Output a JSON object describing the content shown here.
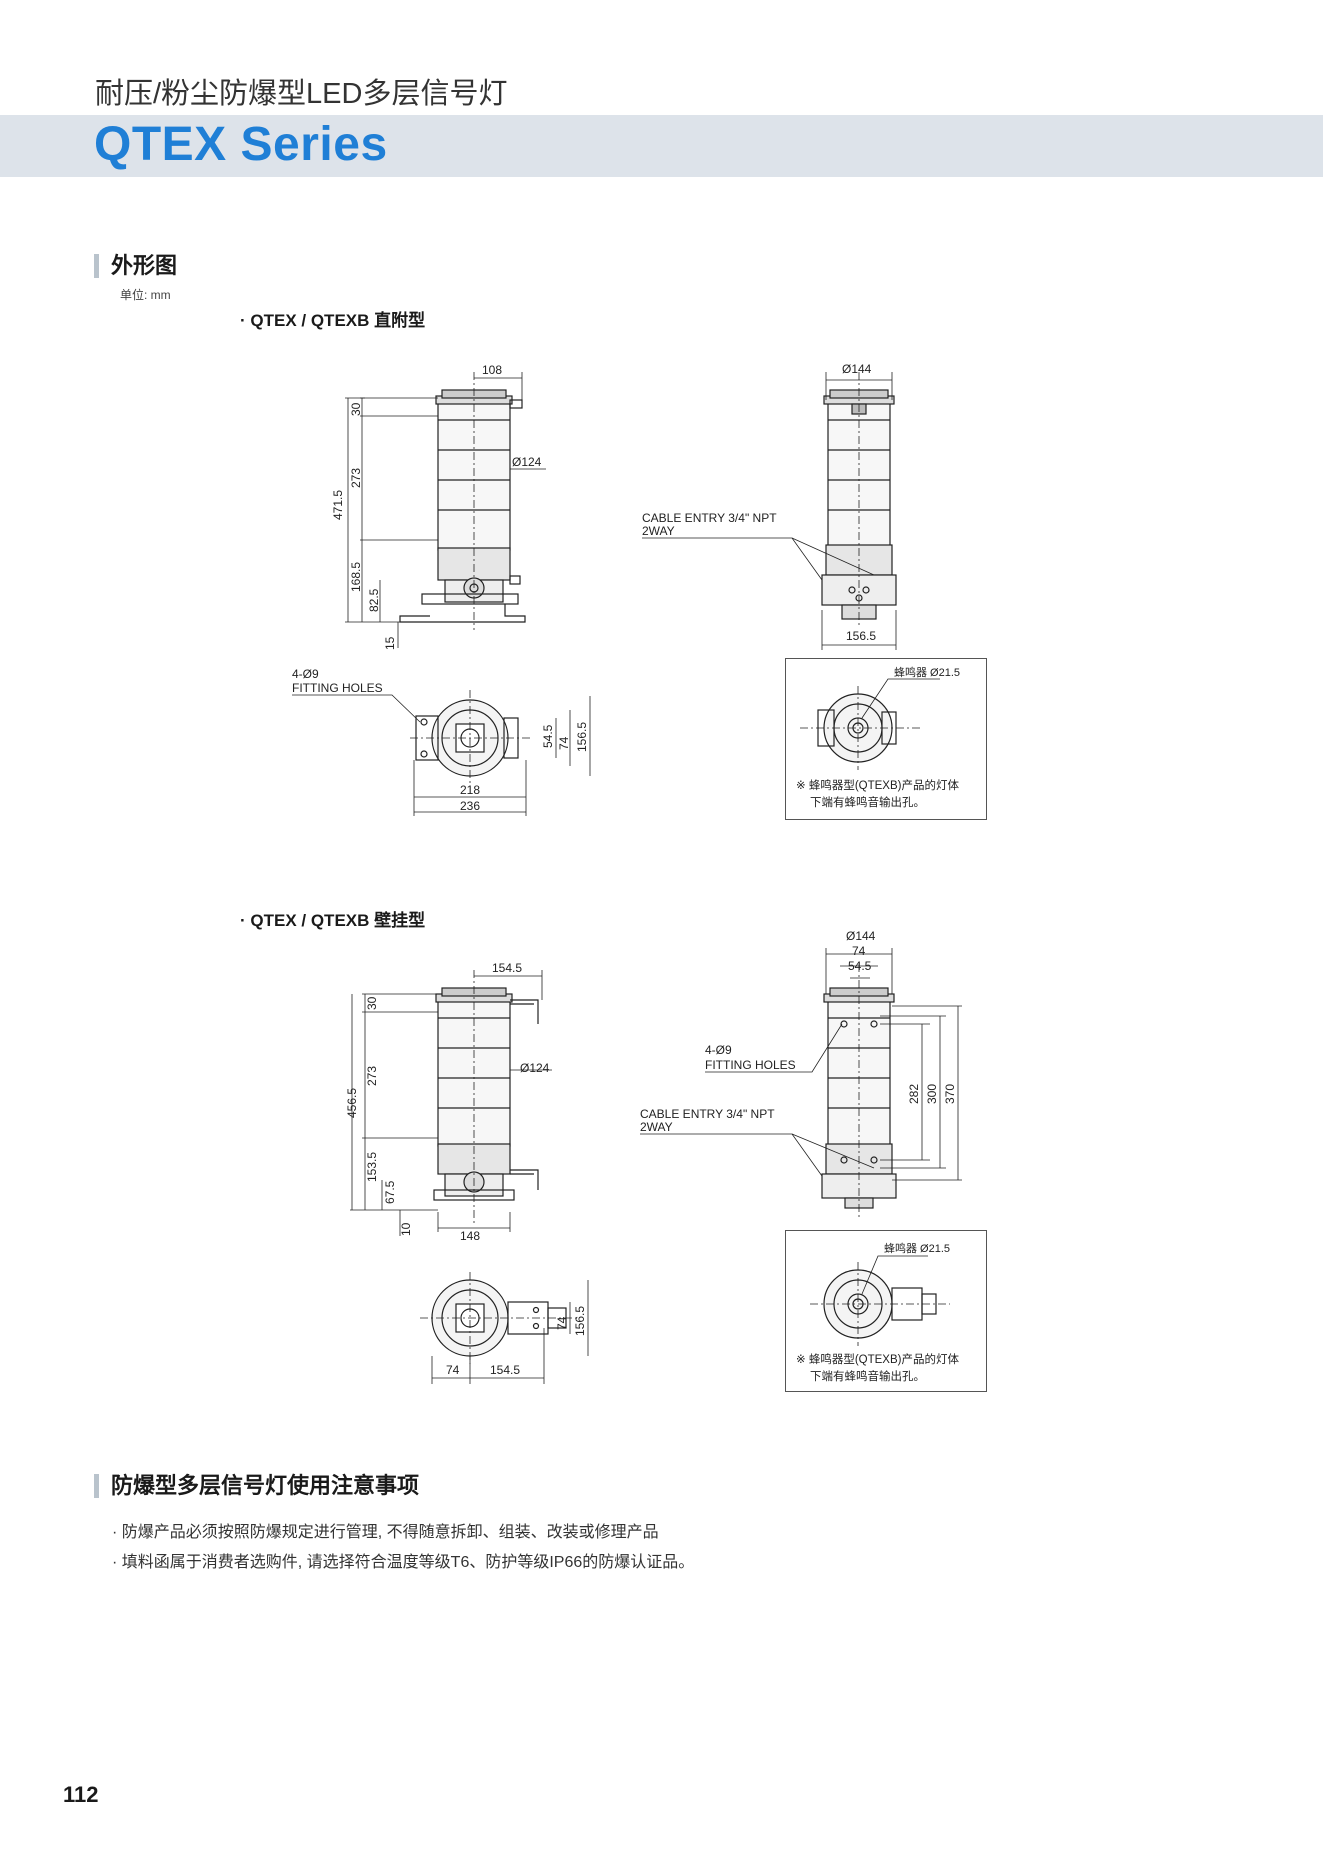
{
  "header": {
    "subtitle": "耐压/粉尘防爆型LED多层信号灯",
    "series": "QTEX Series"
  },
  "section_outline": {
    "title": "外形图",
    "unit": "单位: mm"
  },
  "variant_direct": {
    "title": "· QTEX / QTEXB 直附型",
    "side_dims": [
      "108",
      "30",
      "273",
      "471.5",
      "168.5",
      "82.5",
      "15",
      "Ø124"
    ],
    "front_dims": [
      "Ø144",
      "156.5"
    ],
    "cable_entry": [
      "CABLE ENTRY 3/4\" NPT",
      "2WAY"
    ],
    "fitting_holes": [
      "4-Ø9",
      "FITTING HOLES"
    ],
    "base_dims": [
      "54.5",
      "74",
      "156.5",
      "218",
      "236"
    ],
    "buzzer_label": "蜂鸣器 Ø21.5",
    "buzzer_note": [
      "※ 蜂鸣器型(QTEXB)产品的灯体",
      "下端有蜂鸣音输出孔。"
    ]
  },
  "variant_wall": {
    "title": "· QTEX / QTEXB 壁挂型",
    "side_dims": [
      "154.5",
      "30",
      "273",
      "456.5",
      "153.5",
      "67.5",
      "10",
      "148",
      "Ø124"
    ],
    "front_dims": [
      "Ø144",
      "74",
      "54.5",
      "282",
      "300",
      "370"
    ],
    "fitting_holes": [
      "4-Ø9",
      "FITTING HOLES"
    ],
    "cable_entry": [
      "CABLE ENTRY 3/4\" NPT",
      "2WAY"
    ],
    "base_dims": [
      "74",
      "156.5",
      "74",
      "154.5"
    ],
    "buzzer_label": "蜂鸣器 Ø21.5",
    "buzzer_note": [
      "※ 蜂鸣器型(QTEXB)产品的灯体",
      "下端有蜂鸣音输出孔。"
    ]
  },
  "usage": {
    "title": "防爆型多层信号灯使用注意事项",
    "items": [
      "· 防爆产品必须按照防爆规定进行管理, 不得随意拆卸、组装、改装或修理产品",
      "· 填料函属于消费者选购件, 请选择符合温度等级T6、防护等级IP66的防爆认证品。"
    ]
  },
  "page_number": "112"
}
